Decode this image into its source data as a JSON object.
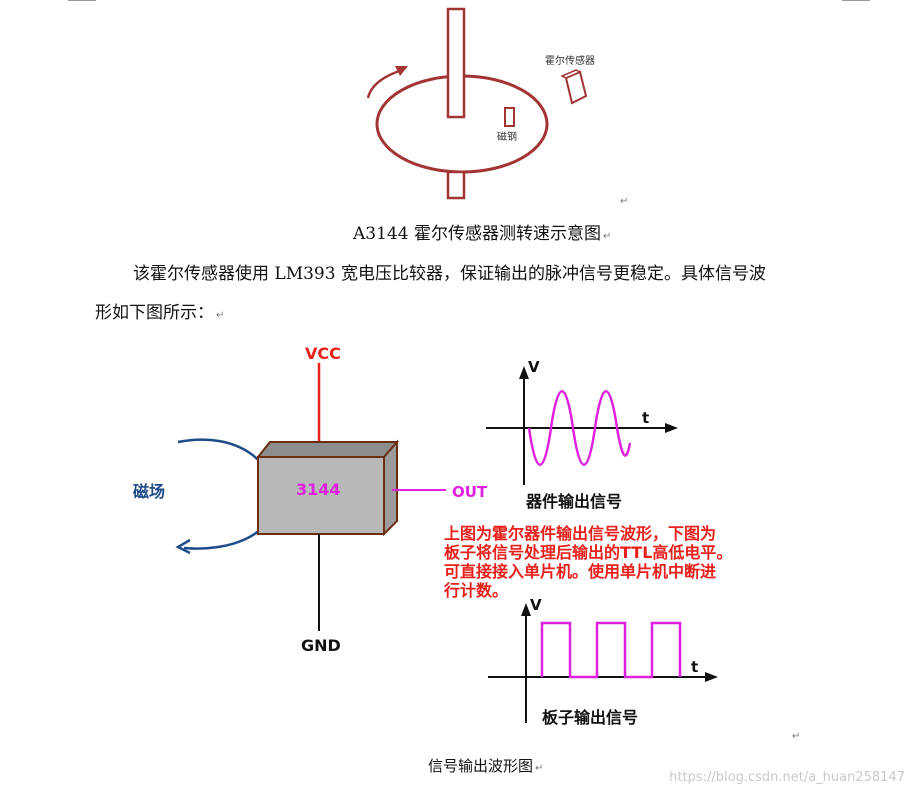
{
  "figure1": {
    "label_sensor": "霍尔传感器",
    "label_magnet": "磁钢",
    "caption": "A3144 霍尔传感器测转速示意图"
  },
  "paragraph": {
    "line1": "该霍尔传感器使用 LM393 宽电压比较器，保证输出的脉冲信号更稳定。具体信号波",
    "line2": "形如下图所示："
  },
  "figure2": {
    "vcc": "VCC",
    "chip": "3144",
    "out": "OUT",
    "gnd": "GND",
    "field": "磁场",
    "axis_v": "V",
    "axis_t": "t",
    "device_signal": "器件输出信号",
    "board_signal": "板子输出信号",
    "note_lines": [
      "上图为霍尔器件输出信号波形，下图为",
      "板子将信号处理后输出的TTL高低电平。",
      "可直接接入单片机。使用单片机中断进",
      "行计数。"
    ],
    "caption": "信号输出波形图"
  },
  "return_mark": "↵",
  "watermark": "https://blog.csdn.net/a_huan258147",
  "colors": {
    "disk": "#a23434",
    "vcc": "#e8201c",
    "out": "#e020e0",
    "note": "#e8201c",
    "field": "#1f4b8a",
    "chip_fill": "#b8b8b8",
    "chip_border": "#6b2f0f"
  }
}
